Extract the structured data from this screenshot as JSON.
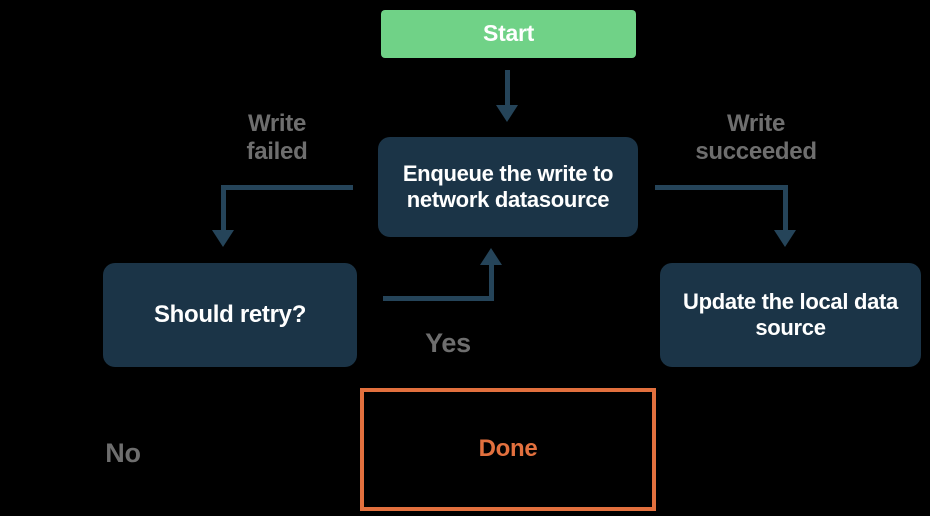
{
  "colors": {
    "background": "#000000",
    "start_fill": "#70D287",
    "node_fill": "#1B3447",
    "arrow": "#254459",
    "edge_label_text": "#6E6E6E",
    "node_text": "#FFFFFF",
    "done_accent": "#E2703E"
  },
  "nodes": {
    "start": "Start",
    "enqueue": "Enqueue the write to\nnetwork datasource",
    "should_retry": "Should retry?",
    "update_local": "Update the local data\nsource",
    "done": "Done"
  },
  "labels": {
    "write_failed": "Write\nfailed",
    "write_succeeded": "Write\nsucceeded",
    "yes": "Yes",
    "no": "No"
  }
}
